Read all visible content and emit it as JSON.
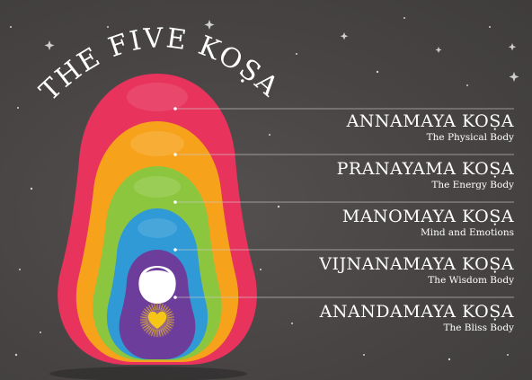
{
  "title": "THE FIVE KOṢA",
  "kosas": [
    {
      "name": "ANNAMAYA KOṢA",
      "subtitle": "The Physical Body",
      "color": "#e8335d"
    },
    {
      "name": "PRANAYAMA KOṢA",
      "subtitle": "The Energy Body",
      "color": "#f7a21b"
    },
    {
      "name": "MANOMAYA KOṢA",
      "subtitle": "Mind and Emotions",
      "color": "#8cc63f"
    },
    {
      "name": "VIJNANAMAYA KOṢA",
      "subtitle": "The Wisdom Body",
      "color": "#2f9ad6"
    },
    {
      "name": "ANANDAMAYA KOṢA",
      "subtitle": "The Bliss Body",
      "color": "#6c3d9b"
    }
  ],
  "icons": {
    "center": "heart-icon",
    "stars": "star-icon"
  },
  "colors": {
    "background": "#4a4646",
    "text": "#ffffff",
    "heart": "#f5c518"
  }
}
